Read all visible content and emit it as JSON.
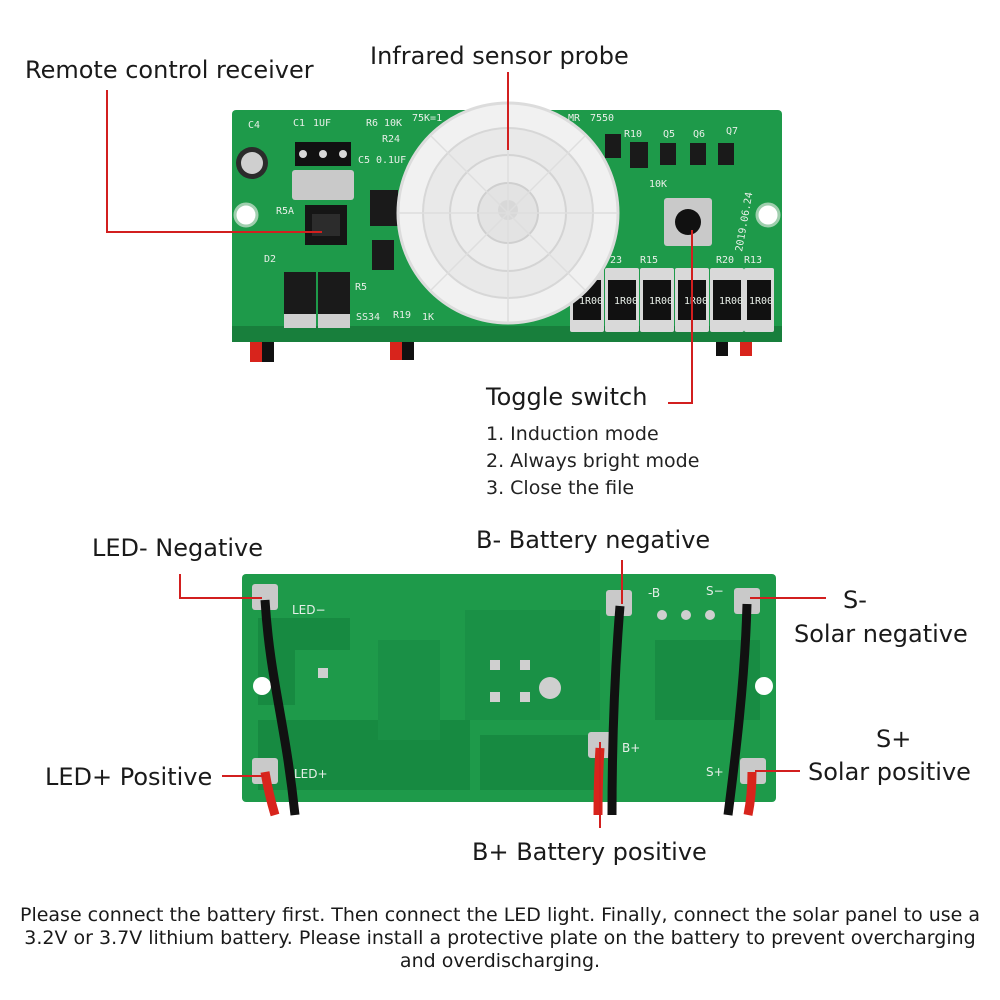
{
  "colors": {
    "pcb_green": "#1e9a4a",
    "pcb_dark": "#157a38",
    "leader_red": "#d21f1f",
    "wire_black": "#111111",
    "wire_red": "#d8241c",
    "pads": "#c9c9c9"
  },
  "top_board": {
    "labels": {
      "remote": "Remote control receiver",
      "sensor": "Infrared sensor probe",
      "toggle": "Toggle switch"
    },
    "toggle_modes": [
      "1. Induction mode",
      "2. Always bright mode",
      "3. Close the file"
    ],
    "silkscreen": {
      "c4": "C4",
      "c1": "C1",
      "uf": "1UF",
      "r6": "R6",
      "k10": "10K",
      "r75k": "75K=1",
      "r24": "R24",
      "c5": "C5",
      "c5v": "0.1UF",
      "mr": "MR",
      "v7550": "7550",
      "r10": "R10",
      "q5": "Q5",
      "q6": "Q6",
      "q7": "Q7",
      "k10b": "10K",
      "r5a": "R5A",
      "d2": "D2",
      "r5": "R5",
      "ss34": "SS34",
      "r19": "R19",
      "k1": "1K",
      "r23": "23",
      "r15": "R15",
      "r20": "R20",
      "r13": "R13",
      "date": "2019.06.24",
      "res_code": "1R00"
    }
  },
  "bottom_board": {
    "labels": {
      "led_neg": "LED- Negative",
      "batt_neg": "B- Battery negative",
      "sol_neg_1": "S-",
      "sol_neg_2": "Solar negative",
      "led_pos": "LED+ Positive",
      "batt_pos": "B+ Battery positive",
      "sol_pos_1": "S+",
      "sol_pos_2": "Solar positive"
    },
    "silkscreen": {
      "led_minus": "LED−",
      "led_plus": "LED+",
      "b_minus": "-B",
      "b_plus": "B+",
      "s_minus": "S−",
      "s_plus": "S+"
    }
  },
  "note": "Please connect the battery first. Then connect the LED light. Finally, connect the solar panel to use a 3.2V or 3.7V lithium battery. Please install a protective plate on the battery to prevent overcharging and overdischarging."
}
